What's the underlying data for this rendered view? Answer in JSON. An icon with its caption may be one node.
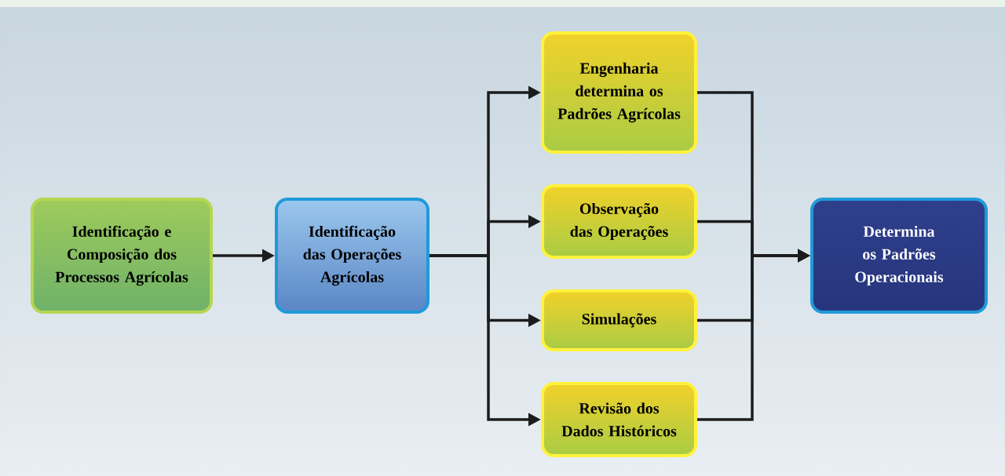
{
  "diagram": {
    "nodes": [
      {
        "text": [
          "Identificação e Composição dos Processos Agrícolas"
        ]
      },
      {
        "text": [
          "Identificação das Operações Agrícolas"
        ]
      },
      {
        "text": [
          "Engenharia determina os Padrões Agrícolas"
        ]
      },
      {
        "text": [
          "Observação das Operações"
        ]
      },
      {
        "text": [
          "Simulações"
        ]
      },
      {
        "text": [
          "Revisão dos Dados Históricos"
        ]
      },
      {
        "text": [
          "Determina os Padrões Operacionais"
        ]
      }
    ],
    "edges": [
      {
        "from": 0,
        "to": 1,
        "arrow": "to"
      },
      {
        "from": 1,
        "to": 2,
        "arrow": "to"
      },
      {
        "from": 1,
        "to": 3,
        "arrow": "to"
      },
      {
        "from": 1,
        "to": 4,
        "arrow": "to"
      },
      {
        "from": 1,
        "to": 5,
        "arrow": "to"
      },
      {
        "from": 2,
        "to": 6,
        "arrow": "to"
      },
      {
        "from": 3,
        "to": 6,
        "arrow": "to"
      },
      {
        "from": 4,
        "to": 6,
        "arrow": "to"
      },
      {
        "from": 5,
        "to": 6,
        "arrow": "to"
      }
    ]
  }
}
